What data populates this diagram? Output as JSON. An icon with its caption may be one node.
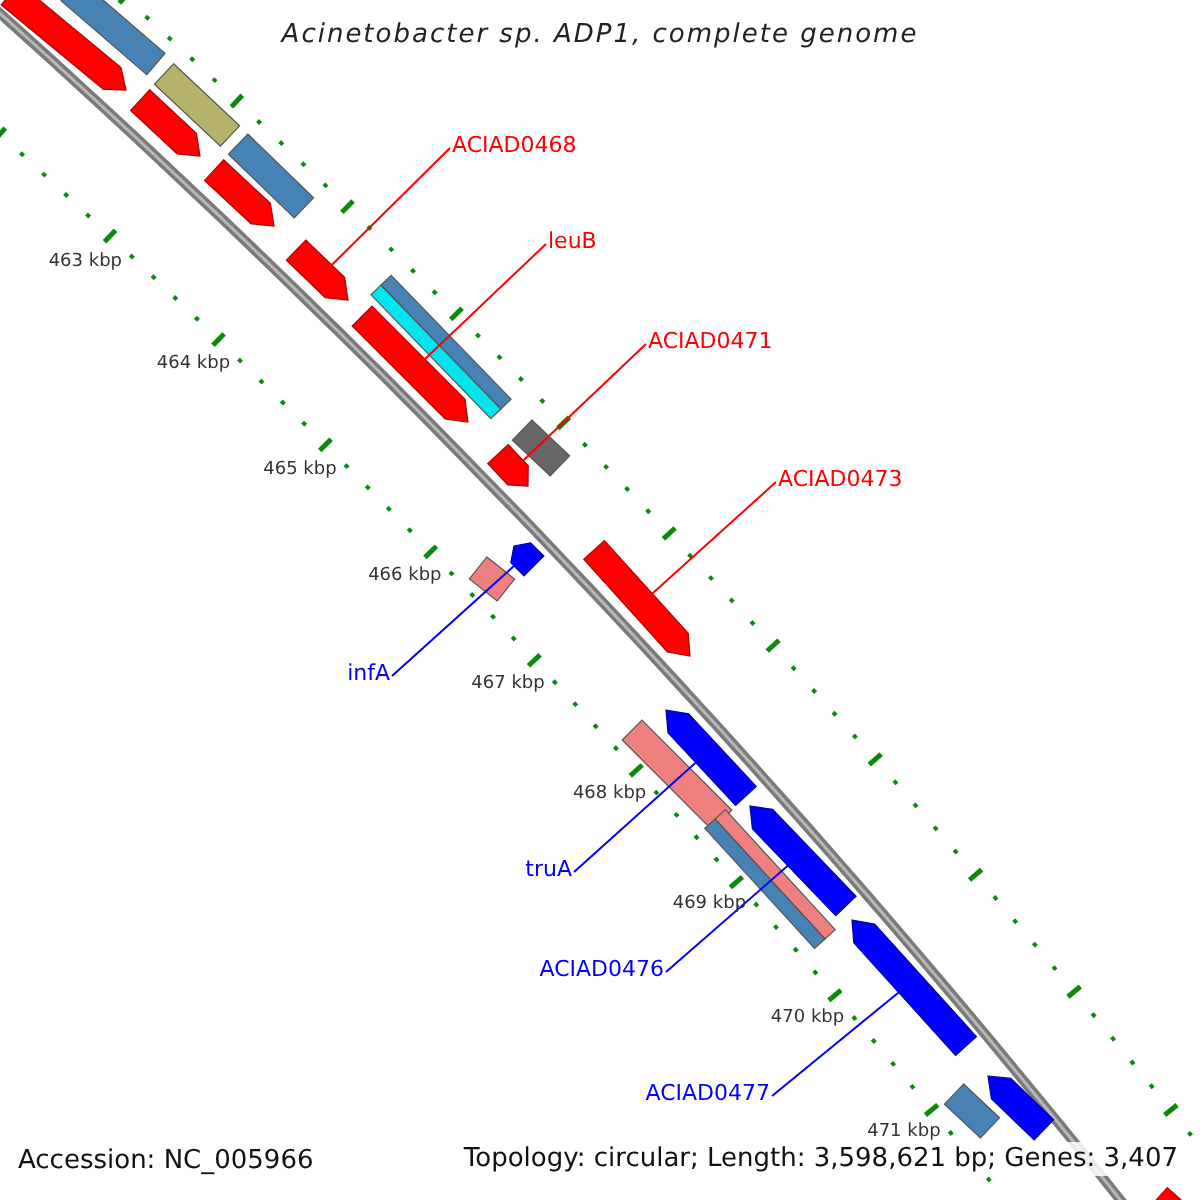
{
  "diagram": {
    "title": "Acinetobacter sp. ADP1, complete genome",
    "nodes": [
      {
        "text": [
          "ACIAD0468"
        ]
      },
      {
        "text": [
          "leuB"
        ]
      },
      {
        "text": [
          "ACIAD0471"
        ]
      },
      {
        "text": [
          "ACIAD0473"
        ]
      },
      {
        "text": [
          "infA"
        ]
      },
      {
        "text": [
          "truA"
        ]
      },
      {
        "text": [
          "ACIAD0476"
        ]
      },
      {
        "text": [
          "ACIAD0477"
        ]
      },
      {
        "text": [],
        "shape": "box"
      },
      {
        "text": [],
        "shape": "pentagon"
      },
      {
        "text": [],
        "shape": "box"
      },
      {
        "text": [],
        "shape": "pentagon"
      },
      {
        "text": [],
        "shape": "box"
      },
      {
        "text": [],
        "shape": "pentagon"
      },
      {
        "text": [],
        "shape": "pentagon"
      },
      {
        "text": [],
        "shape": "box"
      },
      {
        "text": [],
        "shape": "box"
      },
      {
        "text": [],
        "shape": "pentagon"
      },
      {
        "text": [],
        "shape": "box"
      },
      {
        "text": [],
        "shape": "pentagon"
      },
      {
        "text": [],
        "shape": "pentagon"
      },
      {
        "text": [],
        "shape": "box"
      },
      {
        "text": [],
        "shape": "pentagon"
      },
      {
        "text": [],
        "shape": "pentagon"
      },
      {
        "text": [],
        "shape": "box"
      },
      {
        "text": [],
        "shape": "pentagon"
      },
      {
        "text": [],
        "shape": "box"
      },
      {
        "text": [],
        "shape": "box"
      },
      {
        "text": [],
        "shape": "pentagon"
      },
      {
        "text": [],
        "shape": "pentagon"
      },
      {
        "text": [],
        "shape": "box"
      },
      {
        "text": [],
        "shape": "pentagon"
      }
    ],
    "edges": [
      {
        "from": 0,
        "to": 14,
        "arrow": "none",
        "color": "#ff0000"
      },
      {
        "from": 1,
        "to": 17,
        "arrow": "none",
        "color": "#ff0000"
      },
      {
        "from": 2,
        "to": 19,
        "arrow": "none",
        "color": "#ff0000"
      },
      {
        "from": 3,
        "to": 22,
        "arrow": "none",
        "color": "#ff0000"
      },
      {
        "from": 4,
        "to": 20,
        "arrow": "none",
        "color": "#0000ff"
      },
      {
        "from": 5,
        "to": 23,
        "arrow": "none",
        "color": "#0000ff"
      },
      {
        "from": 6,
        "to": 25,
        "arrow": "none",
        "color": "#0000ff"
      },
      {
        "from": 7,
        "to": 28,
        "arrow": "none",
        "color": "#0000ff"
      }
    ],
    "labels": [
      "463 kbp",
      "464 kbp",
      "465 kbp",
      "466 kbp",
      "467 kbp",
      "468 kbp",
      "469 kbp",
      "470 kbp",
      "471 kbp",
      "Accession: NC_005966",
      "Topology: circular; Length: 3,598,621 bp; Genes: 3,407"
    ]
  }
}
